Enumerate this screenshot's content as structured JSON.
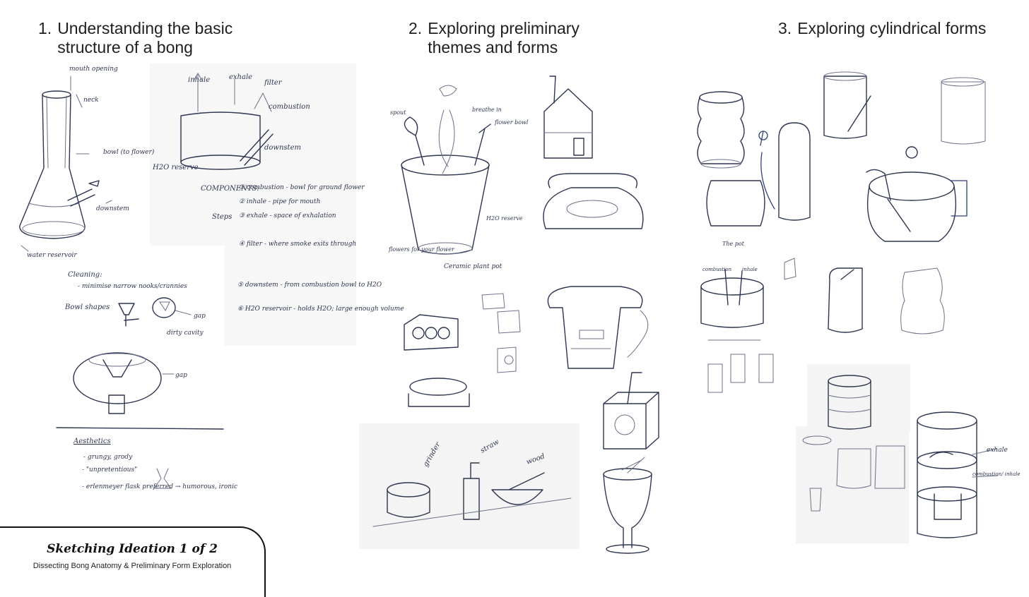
{
  "columns": [
    {
      "number": "1.",
      "title": "Understanding the basic structure of a bong"
    },
    {
      "number": "2.",
      "title": "Exploring preliminary themes and forms"
    },
    {
      "number": "3.",
      "title": "Exploring cylindrical forms"
    }
  ],
  "sketch_notes": {
    "anatomy": [
      "mouth opening",
      "neck",
      "bowl (to flower)",
      "downstem",
      "water reservoir"
    ],
    "flow": [
      "inhale",
      "exhale",
      "filter",
      "combustion",
      "downstem",
      "H2O reserve"
    ],
    "components_heading": "COMPONENTS:",
    "steps_label": "Steps",
    "components": [
      "① combustion - bowl for ground flower",
      "② inhale - pipe for mouth",
      "③ exhale - space of exhalation",
      "④ filter - where smoke exits through",
      "⑤ downstem - from combustion bowl to H2O",
      "⑥ H2O reservoir - holds H2O; large enough volume"
    ],
    "cleaning": [
      "Cleaning:",
      "- minimise narrow nooks/crannies"
    ],
    "bowl_shapes": [
      "Bowl shapes",
      "gap",
      "dirty cavity"
    ],
    "gap": "gap",
    "aesthetics": [
      "Aesthetics",
      "- grungy, grody",
      "- \"unpretentious\"",
      "- erlenmeyer flask preferred → humorous, ironic"
    ],
    "themes": [
      "spout",
      "breathe in",
      "flower bowl",
      "H2O reserve",
      "flowers for your flower",
      "Ceramic plant pot",
      "grinder",
      "straw",
      "wood"
    ],
    "cylindrical": [
      "The pot",
      "combustion",
      "inhale",
      "exhale",
      "combustion/ inhale"
    ]
  },
  "title_card": {
    "title": "Sketching Ideation 1 of 2",
    "subtitle": "Dissecting Bong Anatomy & Preliminary Form Exploration"
  }
}
